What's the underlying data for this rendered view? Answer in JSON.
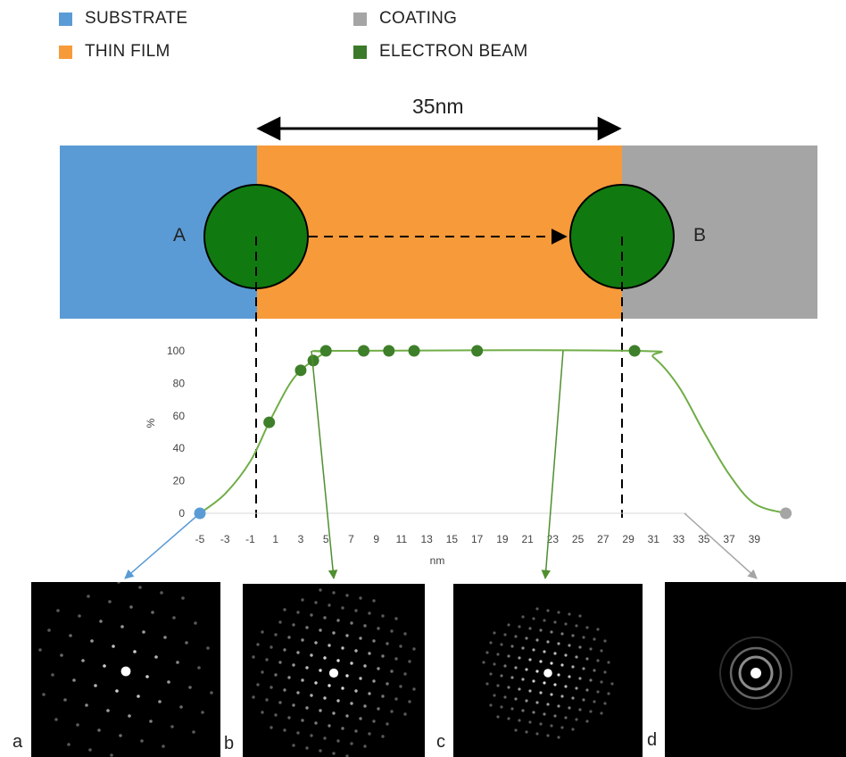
{
  "legend": [
    {
      "label": "SUBSTRATE",
      "color": "#5b9bd5"
    },
    {
      "label": "COATING",
      "color": "#a5a5a5"
    },
    {
      "label": "THIN FILM",
      "color": "#f79a3a"
    },
    {
      "label": "ELECTRON BEAM",
      "color": "#3b7a2a"
    }
  ],
  "diagram": {
    "width_label": "35nm",
    "point_a": "A",
    "point_b": "B",
    "colors": {
      "substrate": "#5b9bd5",
      "film": "#f79a3a",
      "coating": "#a5a5a5",
      "beam": "#107a10",
      "curve": "#70ad47",
      "marker": "#3e7f2a"
    }
  },
  "chart_data": {
    "type": "line",
    "xlabel": "nm",
    "ylabel": "%",
    "ylim": [
      0,
      100
    ],
    "y_ticks": [
      "0",
      "20",
      "40",
      "60",
      "80",
      "100"
    ],
    "x_ticks": [
      "-5",
      "-3",
      "-1",
      "1",
      "3",
      "5",
      "7",
      "9",
      "11",
      "13",
      "15",
      "17",
      "19",
      "21",
      "23",
      "25",
      "27",
      "29",
      "31",
      "33",
      "35",
      "37",
      "39"
    ],
    "markers": [
      {
        "x": -5,
        "y": 0,
        "color": "#5b9bd5"
      },
      {
        "x": 0.5,
        "y": 56,
        "color": "#3e7f2a"
      },
      {
        "x": 3,
        "y": 88,
        "color": "#3e7f2a"
      },
      {
        "x": 4,
        "y": 94,
        "color": "#3e7f2a"
      },
      {
        "x": 5,
        "y": 100,
        "color": "#3e7f2a"
      },
      {
        "x": 8,
        "y": 100,
        "color": "#3e7f2a"
      },
      {
        "x": 10,
        "y": 100,
        "color": "#3e7f2a"
      },
      {
        "x": 12,
        "y": 100,
        "color": "#3e7f2a"
      },
      {
        "x": 17,
        "y": 100,
        "color": "#3e7f2a"
      },
      {
        "x": 29.5,
        "y": 100,
        "color": "#3e7f2a"
      },
      {
        "x": 41.5,
        "y": 0,
        "color": "#a5a5a5"
      }
    ],
    "curve": [
      {
        "x": -5,
        "y": 0
      },
      {
        "x": -3,
        "y": 12
      },
      {
        "x": -1,
        "y": 32
      },
      {
        "x": 0.5,
        "y": 56
      },
      {
        "x": 2,
        "y": 78
      },
      {
        "x": 3,
        "y": 88
      },
      {
        "x": 4,
        "y": 94
      },
      {
        "x": 5,
        "y": 99
      },
      {
        "x": 6,
        "y": 100
      },
      {
        "x": 29.5,
        "y": 100
      },
      {
        "x": 31,
        "y": 96
      },
      {
        "x": 33,
        "y": 78
      },
      {
        "x": 35,
        "y": 50
      },
      {
        "x": 37,
        "y": 24
      },
      {
        "x": 39,
        "y": 6
      },
      {
        "x": 41.5,
        "y": 0
      }
    ]
  },
  "patterns": [
    {
      "label": "a",
      "type": "spots-coarse"
    },
    {
      "label": "b",
      "type": "spots-dense"
    },
    {
      "label": "c",
      "type": "spots-fine"
    },
    {
      "label": "d",
      "type": "rings"
    }
  ]
}
